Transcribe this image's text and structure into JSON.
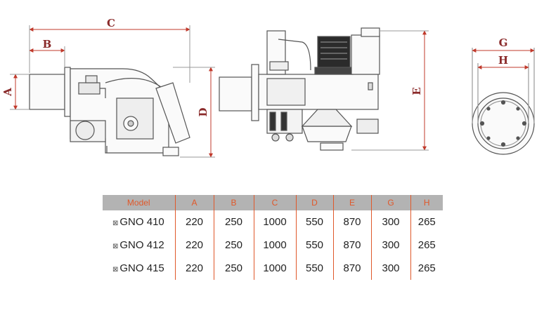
{
  "dimensions": {
    "A": "A",
    "B": "B",
    "C": "C",
    "D": "D",
    "E": "E",
    "G": "G",
    "H": "H"
  },
  "table": {
    "headers": [
      "Model",
      "A",
      "B",
      "C",
      "D",
      "E",
      "G",
      "H"
    ],
    "rows": [
      {
        "marker": "⊠",
        "model": "GNO 410",
        "values": [
          "220",
          "250",
          "1000",
          "550",
          "870",
          "300",
          "265"
        ]
      },
      {
        "marker": "⊠",
        "model": "GNO 412",
        "values": [
          "220",
          "250",
          "1000",
          "550",
          "870",
          "300",
          "265"
        ]
      },
      {
        "marker": "⊠",
        "model": "GNO 415",
        "values": [
          "220",
          "250",
          "1000",
          "550",
          "870",
          "300",
          "265"
        ]
      }
    ]
  },
  "colors": {
    "dimension_line": "#c0392b",
    "header_bg": "#b3b3b3",
    "header_text": "#e0582a",
    "divider": "#e0582a"
  }
}
